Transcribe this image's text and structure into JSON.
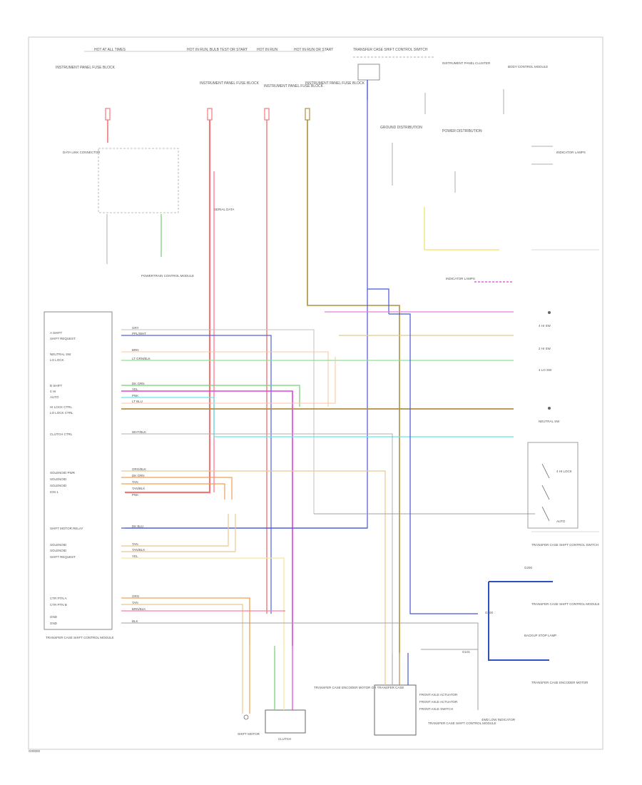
{
  "diagram": {
    "frame_code": "G00000",
    "colors": {
      "red": "#f07878",
      "pink": "#ff7fa0",
      "magenta": "#e040e0",
      "violet": "#d070e0",
      "blue": "#4858d8",
      "darkblue": "#3050c0",
      "green": "#70d070",
      "lightgreen": "#a0e890",
      "yellow": "#f0e060",
      "lightyellow": "#f8f0a0",
      "tan": "#e8c890",
      "orange": "#f0a050",
      "peach": "#f8c8a0",
      "cyan": "#60e8f0",
      "olive": "#b09040",
      "black": "#303030",
      "gray": "#a0a0a0"
    },
    "top_labels": [
      "HOT AT ALL TIMES",
      "HOT IN RUN, BULB TEST OR START",
      "HOT IN RUN",
      "HOT IN RUN OR START",
      "INSTRUMENT PANEL FUSE BLOCK",
      "INSTRUMENT PANEL FUSE BLOCK",
      "INSTRUMENT PANEL FUSE BLOCK",
      "INSTRUMENT PANEL FUSE BLOCK",
      "GROUND DISTRIBUTION",
      "POWER DISTRIBUTION",
      "TRANSFER CASE SHIFT CONTROL SWITCH"
    ],
    "connector_labels": [
      "INSTRUMENT PANEL CLUSTER",
      "BODY CONTROL MODULE",
      "INDICATOR LAMPS",
      "DATA LINK CONNECTOR",
      "SERIAL DATA",
      "POWERTRAIN CONTROL MODULE"
    ],
    "module_pins": [
      "A SHIFT",
      "SHIFT REQUEST",
      "NEUTRAL SW",
      "LO LOCK",
      "B SHIFT",
      "4 HI",
      "AUTO",
      "HI LOCK CTRL",
      "LO LOCK CTRL",
      "CLUTCH CTRL",
      "SOLENOID PWR",
      "SOLENOID",
      "SOLENOID",
      "IGN 1",
      "SHIFT MOTOR RELAY",
      "SOLENOID",
      "SOLENOID",
      "SHIFT REQUEST",
      "CTR PTN A",
      "CTR PTN B",
      "GND",
      "GND"
    ],
    "module_label": "TRANSFER CASE SHIFT CONTROL MODULE",
    "wire_labels": [
      "GRY",
      "PPL/WHT",
      "BRN",
      "LT GRN/BLK",
      "DK GRN",
      "YEL",
      "PNK",
      "LT BLU",
      "WHT/BLK",
      "ORG/BLK",
      "DK GRN",
      "TAN",
      "TAN/BLK",
      "PNK",
      "DK BLU",
      "TAN",
      "TAN/BLK",
      "YEL",
      "ORG",
      "TAN",
      "BRN/BLK",
      "BLK"
    ],
    "right_labels": [
      "INDICATOR LAMPS",
      "4 HI SW",
      "2 HI SW",
      "4 LO SW",
      "NEUTRAL SW",
      "4 HI LOCK",
      "AUTO",
      "TRANSFER CASE SHIFT CONTROL SWITCH",
      "TRANSFER CASE SHIFT CONTROL MODULE",
      "BACKUP STOP LAMP",
      "TRANSFER CASE ENCODER MOTOR",
      "G200",
      "G300"
    ],
    "bottom_labels": [
      "SHIFT MOTOR",
      "CLUTCH",
      "TRANSFER CASE ENCODER MOTOR OR TRANSFER CASE",
      "FRONT AXLE ACTUATOR",
      "FRONT AXLE ACTUATOR",
      "FRONT AXLE SWITCH",
      "TRANSFER CASE SHIFT CONTROL MODULE",
      "4WD LOW INDICATOR",
      "G101"
    ]
  }
}
